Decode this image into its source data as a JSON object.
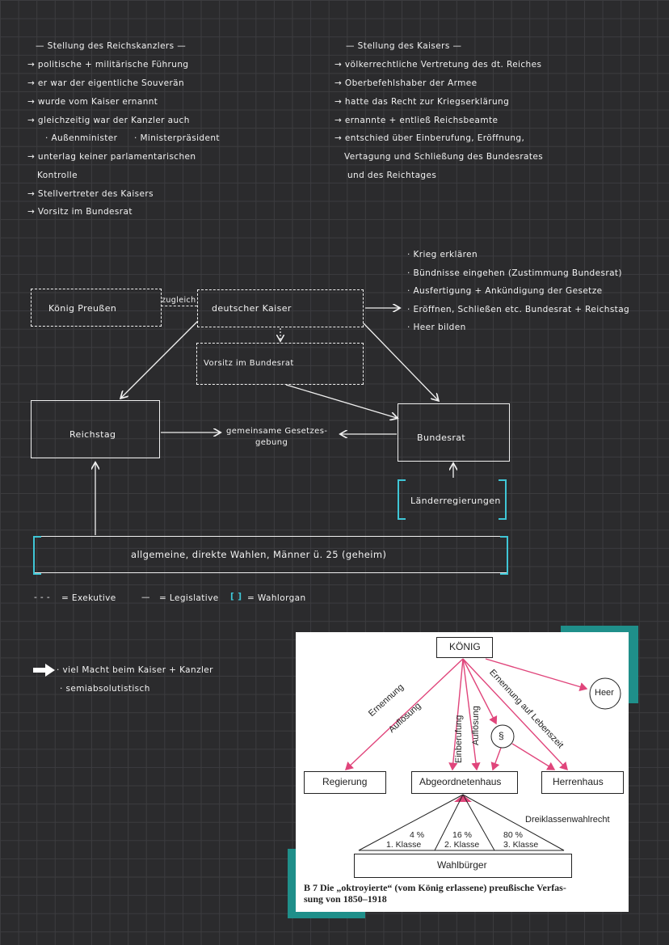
{
  "left_column": {
    "heading": "— Stellung des Reichskanzlers —",
    "lines": [
      "→ politische + militärische Führung",
      "→ er war der eigentliche Souverän",
      "→ wurde vom Kaiser ernannt",
      "→ gleichzeitig war der Kanzler auch",
      "· Außenminister",
      "· Ministerpräsident",
      "→ unterlag keiner parlamentarischen",
      "Kontrolle",
      "→ Stellvertreter des Kaisers",
      "→ Vorsitz im Bundesrat"
    ]
  },
  "right_column": {
    "heading": "— Stellung des Kaisers —",
    "lines": [
      "→ völkerrechtliche Vertretung des dt. Reiches",
      "→ Oberbefehlshaber der Armee",
      "→ hatte das Recht zur Kriegserklärung",
      "→ ernannte + entließ Reichsbeamte",
      "→ entschied über Einberufung, Eröffnung,",
      "Vertagung und Schließung des Bundesrates",
      "und des Reichtages"
    ]
  },
  "kaiser_powers": [
    "· Krieg erklären",
    "· Bündnisse eingehen (Zustimmung Bundesrat)",
    "· Ausfertigung + Ankündigung der Gesetze",
    "· Eröffnen, Schließen etc. Bundesrat + Reichstag",
    "· Heer bilden"
  ],
  "diagram": {
    "koenig_preussen": "König Preußen",
    "zugleich": "zugleich",
    "deutscher_kaiser": "deutscher Kaiser",
    "vorsitz": "Vorsitz im Bundesrat",
    "reichstag": "Reichstag",
    "gesetzgebung_1": "gemeinsame Gesetzes-",
    "gesetzgebung_2": "gebung",
    "bundesrat": "Bundesrat",
    "laenderregierungen": "Länderregierungen",
    "wahlen": "allgemeine, direkte Wahlen, Männer ü. 25 (geheim)"
  },
  "legend": {
    "dash_symbol": "- - -",
    "exekutive": "= Exekutive",
    "solid_symbol": "—",
    "legislative": "= Legislative",
    "bracket_symbol": "[ ]",
    "wahlorgan": "= Wahlorgan"
  },
  "conclusion": {
    "line1": "· viel Macht beim Kaiser + Kanzler",
    "line2": "· semiabsolutistisch"
  },
  "scan": {
    "koenig": "KÖNIG",
    "heer": "Heer",
    "ernennung": "Ernennung",
    "aufloesung_left": "Auflösung",
    "einberufung": "Einberufung",
    "aufloesung_mid": "Auflösung",
    "paragraph": "§",
    "lebenszeit": "Ernennung auf Lebenszeit",
    "regierung": "Regierung",
    "abgeordnetenhaus": "Abgeordnetenhaus",
    "herrenhaus": "Herrenhaus",
    "dreiklassen": "Dreiklassenwahlrecht",
    "k1_pct": "4 %",
    "k1": "1. Klasse",
    "k2_pct": "16 %",
    "k2": "2. Klasse",
    "k3_pct": "80 %",
    "k3": "3. Klasse",
    "wahlbuerger": "Wahlbürger",
    "caption_1": "B 7  Die „oktroyierte“ (vom König erlassene) preußische Verfas-",
    "caption_2": "sung von 1850–1918",
    "pink": "#e0457b"
  }
}
